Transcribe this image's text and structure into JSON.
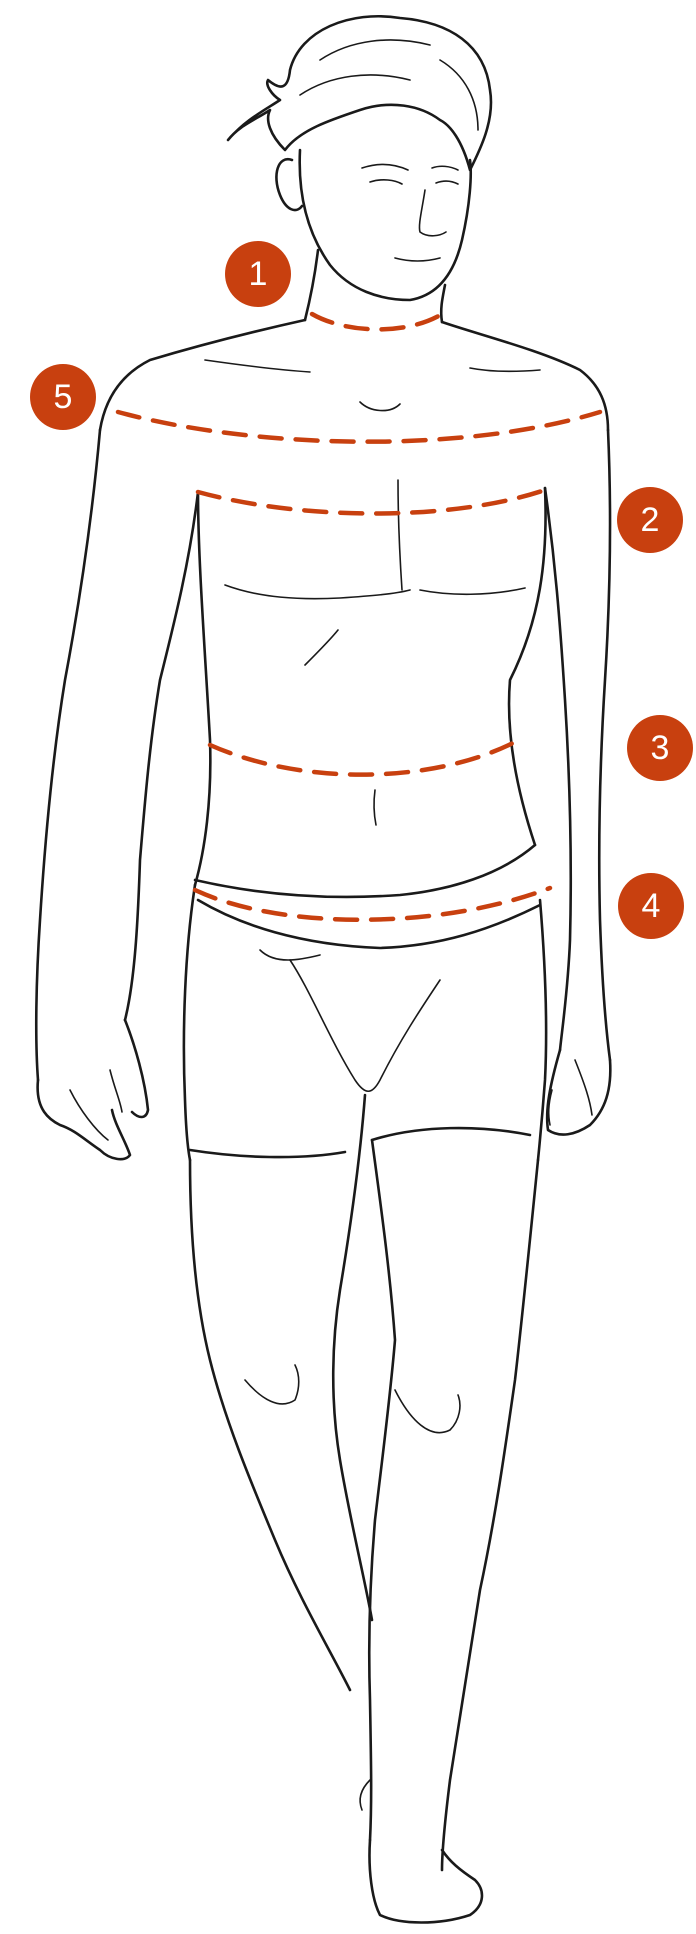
{
  "accent_color": "#c8400f",
  "line_color": "#1a1a1a",
  "measurements": [
    {
      "number": "1",
      "line": "neck"
    },
    {
      "number": "2",
      "line": "chest"
    },
    {
      "number": "3",
      "line": "waist"
    },
    {
      "number": "4",
      "line": "hips"
    },
    {
      "number": "5",
      "line": "shoulders"
    }
  ]
}
